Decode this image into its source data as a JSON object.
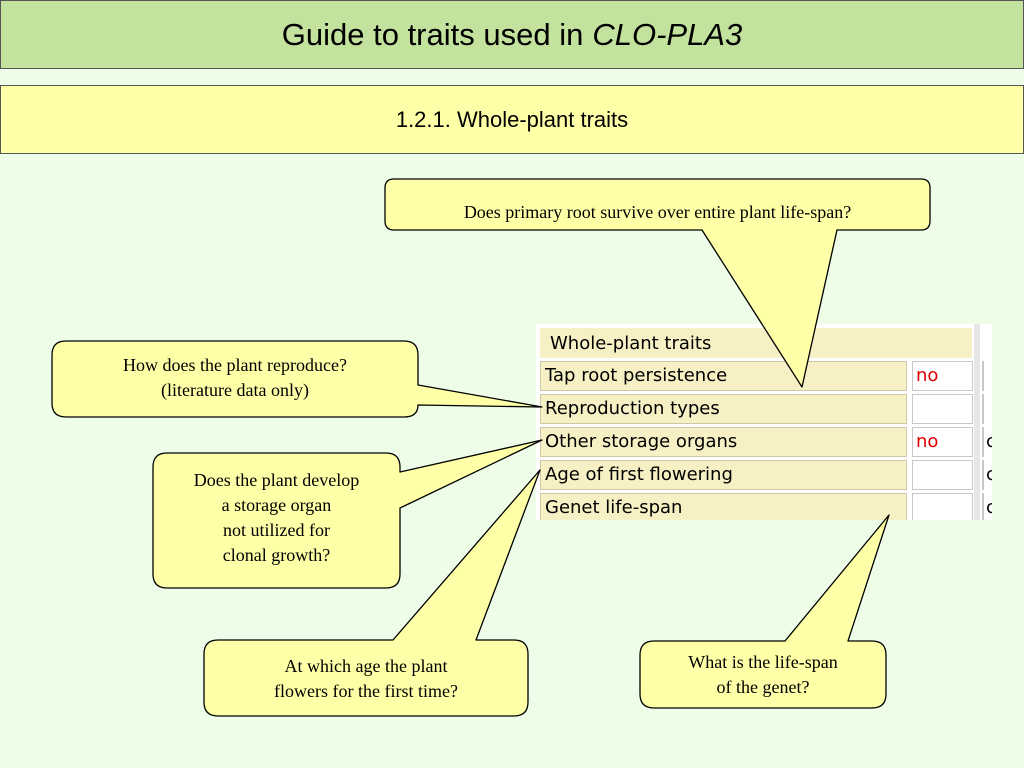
{
  "title": {
    "prefix": "Guide to traits used in",
    "italic": "CLO-PLA3"
  },
  "section": "1.2.1. Whole-plant traits",
  "table": {
    "header": "Whole-plant traits",
    "rows": [
      {
        "label": "Tap root persistence",
        "value": "no",
        "stub": ""
      },
      {
        "label": "Reproduction types",
        "value": "",
        "stub": ""
      },
      {
        "label": "Other storage organs",
        "value": "no",
        "stub": "c"
      },
      {
        "label": "Age of first flowering",
        "value": "",
        "stub": "c"
      },
      {
        "label": "Genet life-span",
        "value": "",
        "stub": "c"
      }
    ]
  },
  "callouts": {
    "root": {
      "text": "Does primary root survive over entire plant life-span?"
    },
    "reproduce": {
      "lines": [
        "How does the plant reproduce?",
        "(literature data only)"
      ]
    },
    "storage": {
      "lines": [
        "Does the plant develop",
        "a storage organ",
        "not utilized for",
        "clonal growth?"
      ]
    },
    "age": {
      "lines": [
        "At which age the plant",
        "flowers for the first time?"
      ]
    },
    "lifespan": {
      "lines": [
        "What is the life-span",
        "of the genet?"
      ]
    }
  },
  "colors": {
    "background": "#eefde8",
    "title_fill": "#c3e29d",
    "section_fill": "#ffffa8",
    "callout_fill": "#ffffa8",
    "value_text": "#e00000"
  }
}
